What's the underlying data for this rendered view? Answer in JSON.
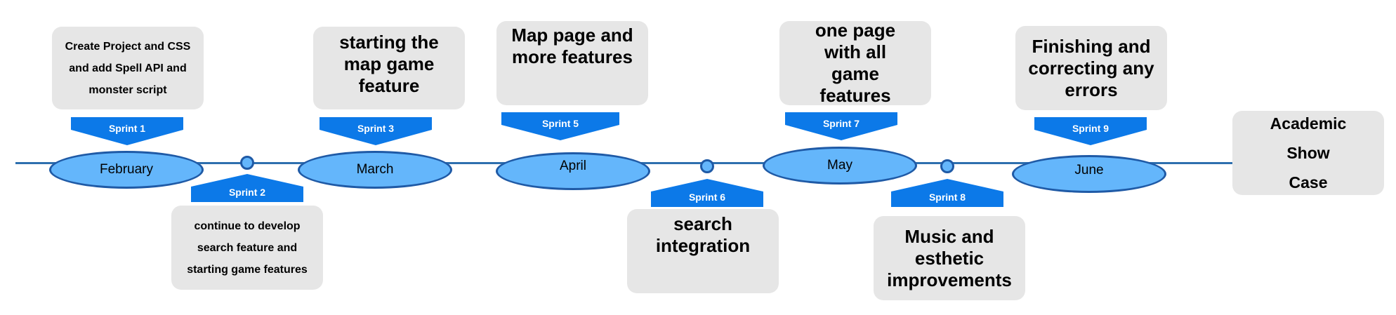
{
  "months": [
    "February",
    "March",
    "April",
    "May",
    "June"
  ],
  "sprints": [
    "Sprint 1",
    "Sprint 2",
    "Sprint 3",
    "Sprint 5",
    "Sprint 6",
    "Sprint 7",
    "Sprint 8",
    "Sprint 9"
  ],
  "cards": {
    "sprint1": "Create Project and CSS and add Spell API and monster script",
    "sprint2": "continue to develop search feature and starting game features",
    "sprint3": "starting the map game feature",
    "sprint5": "Map page and more features",
    "sprint6": "search integration",
    "sprint7": "one page with all game features",
    "sprint8": "Music and esthetic improvements",
    "sprint9": "Finishing and correcting any errors",
    "showcase": "Academic Show Case"
  },
  "colors": {
    "month_fill": "#64b6fb",
    "month_stroke": "#1f5aa6",
    "sprint_fill": "#0c79e8",
    "card_fill": "#e6e6e6",
    "line": "#2e6fae"
  }
}
